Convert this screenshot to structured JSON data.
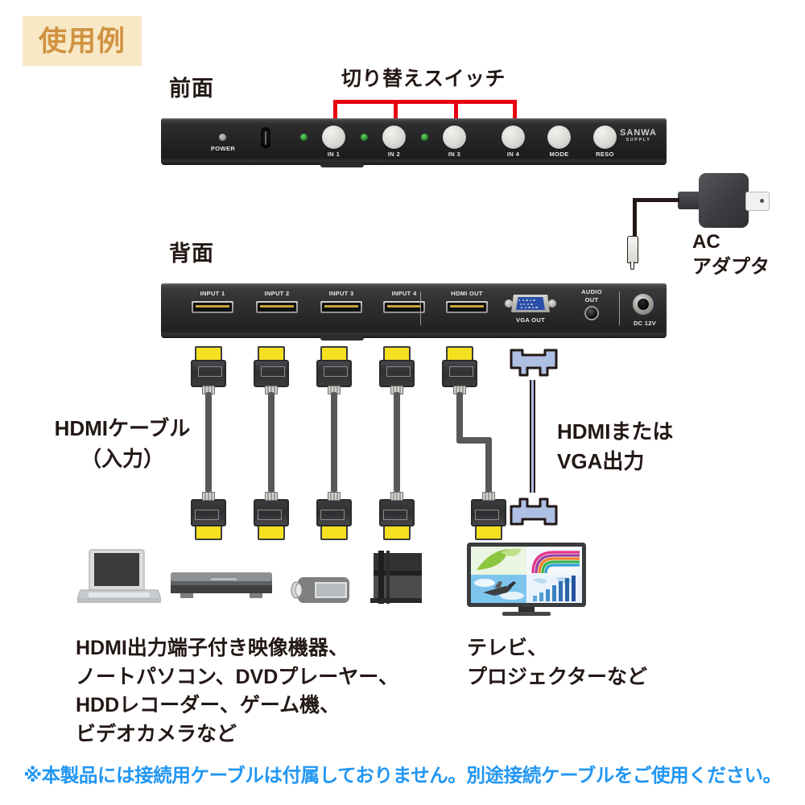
{
  "badge": {
    "label": "使用例"
  },
  "sections": {
    "front_label": "前面",
    "rear_label": "背面"
  },
  "callouts": {
    "switch_headline": "切り替えスイッチ"
  },
  "front_panel": {
    "power_label": "POWER",
    "brand_line1": "SANWA",
    "brand_line2": "SUPPLY",
    "buttons": [
      {
        "label": "IN 1"
      },
      {
        "label": "IN 2"
      },
      {
        "label": "IN 3"
      },
      {
        "label": "IN 4"
      },
      {
        "label": "MODE"
      },
      {
        "label": "RESO"
      }
    ]
  },
  "rear_panel": {
    "ports": [
      {
        "label": "INPUT 1"
      },
      {
        "label": "INPUT 2"
      },
      {
        "label": "INPUT 3"
      },
      {
        "label": "INPUT 4"
      },
      {
        "label": "HDMI OUT"
      }
    ],
    "vga_label": "VGA OUT",
    "audio_label_line1": "AUDIO",
    "audio_label_line2": "OUT",
    "dc_label": "DC 12V"
  },
  "ac_adapter": {
    "label_line1": "AC",
    "label_line2": "アダプタ"
  },
  "cables": {
    "input_label_line1": "HDMIケーブル",
    "input_label_line2": "（入力）",
    "output_label_line1": "HDMIまたは",
    "output_label_line2": "VGA出力"
  },
  "source_devices": {
    "caption_lines": [
      "HDMI出力端子付き映像機器、",
      "ノートパソコン、DVDプレーヤー、",
      "HDDレコーダー、ゲーム機、",
      "ビデオカメラなど"
    ],
    "icons": [
      "laptop-icon",
      "dvd-player-icon",
      "camcorder-icon",
      "game-console-icon"
    ]
  },
  "display_devices": {
    "caption_lines": [
      "テレビ、",
      "プロジェクターなど"
    ],
    "icons": [
      "television-icon"
    ]
  },
  "footer": {
    "note": "※本製品には接続用ケーブルは付属しておりません。別途接続ケーブルをご使用ください。"
  },
  "colors": {
    "badge_bg": "#f8e8c6",
    "badge_text": "#d09341",
    "callout_red": "#e60012",
    "footer_blue": "#2196f3",
    "hdmi_yellow": "#f5e020",
    "vga_blue": "#aebfe4",
    "body_text": "#231815"
  }
}
